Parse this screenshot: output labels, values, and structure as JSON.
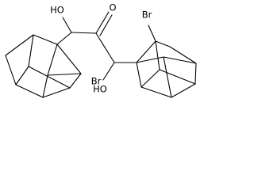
{
  "molecule": {
    "atom_labels": {
      "hydroxyl_left": "HO",
      "oxygen_carbonyl": "O",
      "bromine_right": "Br",
      "bromine_lower": "Br",
      "hydroxyl_lower": "HO"
    },
    "colors": {
      "bond": "#000000",
      "text": "#000000",
      "background": "#ffffff"
    }
  }
}
